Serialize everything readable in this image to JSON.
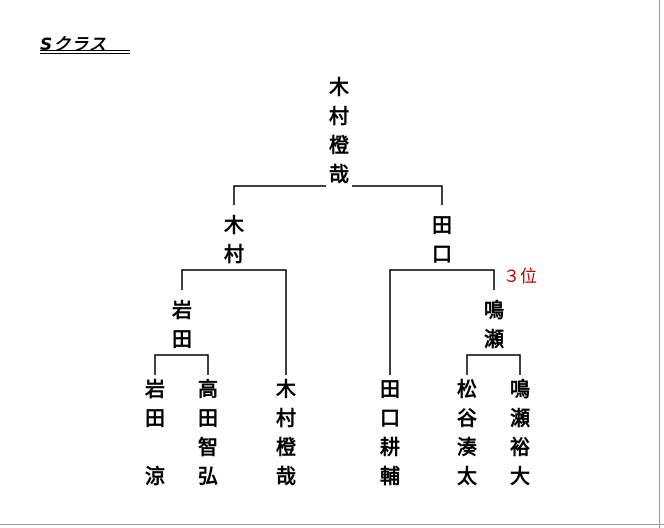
{
  "title": "Sクラス",
  "champion": [
    "木",
    "村",
    "橙",
    "哉"
  ],
  "finalists": {
    "left": [
      "木",
      "村"
    ],
    "right": [
      "田",
      "口"
    ]
  },
  "semifinalists": {
    "left": [
      "岩",
      "田"
    ],
    "right": [
      "鳴",
      "瀬"
    ]
  },
  "third_place_label": "３位",
  "entrants": [
    {
      "chars": [
        "岩",
        "田",
        "",
        "涼"
      ]
    },
    {
      "chars": [
        "高",
        "田",
        "智",
        "弘"
      ]
    },
    {
      "chars": [
        "木",
        "村",
        "橙",
        "哉"
      ]
    },
    {
      "chars": [
        "田",
        "口",
        "耕",
        "輔"
      ]
    },
    {
      "chars": [
        "松",
        "谷",
        "湊",
        "太"
      ]
    },
    {
      "chars": [
        "鳴",
        "瀬",
        "裕",
        "大"
      ]
    }
  ],
  "colors": {
    "lines": "#000000",
    "rank": "#c00000",
    "frame": "#9a9a9a"
  }
}
